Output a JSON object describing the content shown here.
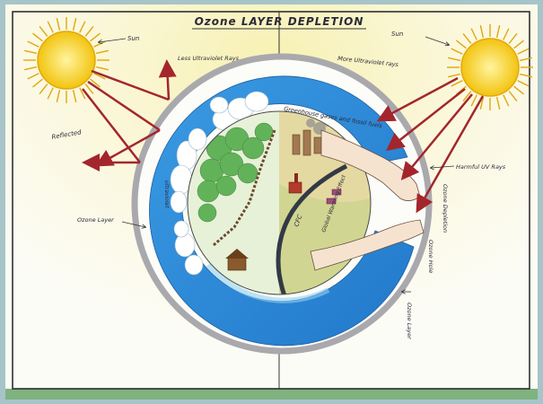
{
  "title": "Ozone LAYER DEPLETION",
  "labels": {
    "sun_left": "Sun",
    "sun_right": "Sun",
    "less_uv_rays": "Less Ultraviolet Rays",
    "reflected": "Reflected",
    "ozone_layer_left": "Ozone Layer",
    "ultraviolet_vertical": "ultraviolet",
    "more_uv_rays": "More Ultraviolet rays",
    "greenhouse_gases": "Greenhouse gases and fossil fuels",
    "harmful_uv_rays": "Harmful UV Rays",
    "ozone_depletion": "Ozone Depletion",
    "ozone_hole": "Ozone Hole",
    "ozone_layer_right": "Ozone Layer",
    "cfc": "CFC",
    "global_warming": "Global Warming Effect"
  },
  "colors": {
    "sky_yellow": "#f6efa8",
    "paper": "#fbfbf4",
    "ozone_blue": "#2f8fdc",
    "ozone_light": "#7cc3ef",
    "ring_grey": "#a9a9ad",
    "arrow_red": "#a3262c",
    "sun_yellow": "#f7d21c",
    "grass_green": "#62b25a",
    "earth_tan": "#d9c98c"
  }
}
